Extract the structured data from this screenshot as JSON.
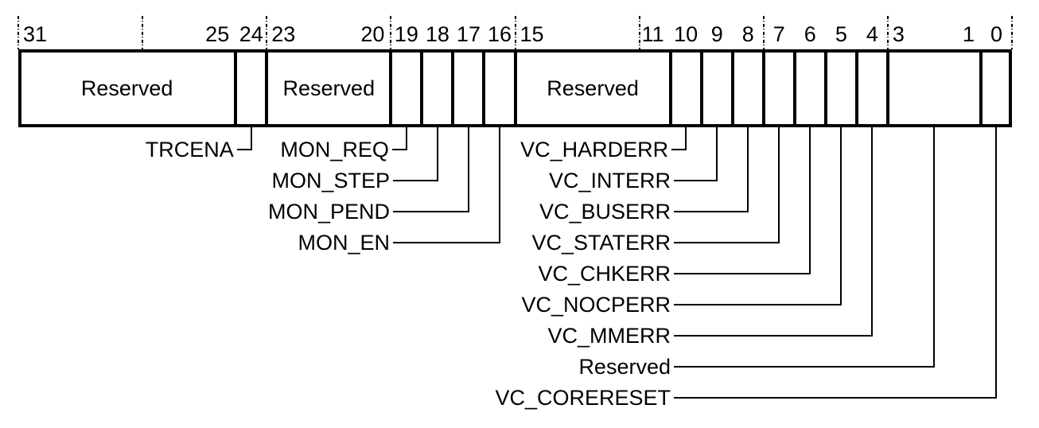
{
  "register_diagram": {
    "type": "register-bitfield",
    "bit_width": 32,
    "fields": [
      {
        "bits": "31:25",
        "span": 7,
        "label": "Reserved",
        "numbers": [
          "31",
          "25"
        ]
      },
      {
        "bits": "24",
        "span": 1,
        "label": "",
        "numbers": [
          "24"
        ]
      },
      {
        "bits": "23:20",
        "span": 4,
        "label": "Reserved",
        "numbers": [
          "23",
          "20"
        ]
      },
      {
        "bits": "19",
        "span": 1,
        "label": "",
        "numbers": [
          "19"
        ]
      },
      {
        "bits": "18",
        "span": 1,
        "label": "",
        "numbers": [
          "18"
        ]
      },
      {
        "bits": "17",
        "span": 1,
        "label": "",
        "numbers": [
          "17"
        ]
      },
      {
        "bits": "16",
        "span": 1,
        "label": "",
        "numbers": [
          "16"
        ]
      },
      {
        "bits": "15:11",
        "span": 5,
        "label": "Reserved",
        "numbers": [
          "15",
          "11"
        ]
      },
      {
        "bits": "10",
        "span": 1,
        "label": "",
        "numbers": [
          "10"
        ]
      },
      {
        "bits": "9",
        "span": 1,
        "label": "",
        "numbers": [
          "9"
        ]
      },
      {
        "bits": "8",
        "span": 1,
        "label": "",
        "numbers": [
          "8"
        ]
      },
      {
        "bits": "7",
        "span": 1,
        "label": "",
        "numbers": [
          "7"
        ]
      },
      {
        "bits": "6",
        "span": 1,
        "label": "",
        "numbers": [
          "6"
        ]
      },
      {
        "bits": "5",
        "span": 1,
        "label": "",
        "numbers": [
          "5"
        ]
      },
      {
        "bits": "4",
        "span": 1,
        "label": "",
        "numbers": [
          "4"
        ]
      },
      {
        "bits": "3:1",
        "span": 3,
        "label": "",
        "numbers": [
          "3",
          "1"
        ]
      },
      {
        "bits": "0",
        "span": 1,
        "label": "",
        "numbers": [
          "0"
        ]
      }
    ],
    "annotations": [
      {
        "label": "TRCENA",
        "field": "24",
        "row": 0,
        "side": "left",
        "connector": "corner"
      },
      {
        "label": "MON_REQ",
        "field": "19",
        "row": 0,
        "side": "left",
        "connector": "corner"
      },
      {
        "label": "MON_STEP",
        "field": "18",
        "row": 1,
        "side": "left",
        "connector": "line"
      },
      {
        "label": "MON_PEND",
        "field": "17",
        "row": 2,
        "side": "left",
        "connector": "line"
      },
      {
        "label": "MON_EN",
        "field": "16",
        "row": 3,
        "side": "left",
        "connector": "line"
      },
      {
        "label": "VC_HARDERR",
        "field": "10",
        "row": 0,
        "side": "right",
        "connector": "corner"
      },
      {
        "label": "VC_INTERR",
        "field": "9",
        "row": 1,
        "side": "right",
        "connector": "line"
      },
      {
        "label": "VC_BUSERR",
        "field": "8",
        "row": 2,
        "side": "right",
        "connector": "line"
      },
      {
        "label": "VC_STATERR",
        "field": "7",
        "row": 3,
        "side": "right",
        "connector": "line"
      },
      {
        "label": "VC_CHKERR",
        "field": "6",
        "row": 4,
        "side": "right",
        "connector": "line"
      },
      {
        "label": "VC_NOCPERR",
        "field": "5",
        "row": 5,
        "side": "right",
        "connector": "line"
      },
      {
        "label": "VC_MMERR",
        "field": "4",
        "row": 6,
        "side": "right",
        "connector": "line"
      },
      {
        "label": "Reserved",
        "field": "3:1",
        "row": 7,
        "side": "right",
        "connector": "line"
      },
      {
        "label": "VC_CORERESET",
        "field": "0",
        "row": 8,
        "side": "right",
        "connector": "line"
      }
    ],
    "nibble_tick_interval": 4,
    "colors": {
      "line": "#000000",
      "background": "#ffffff"
    }
  }
}
